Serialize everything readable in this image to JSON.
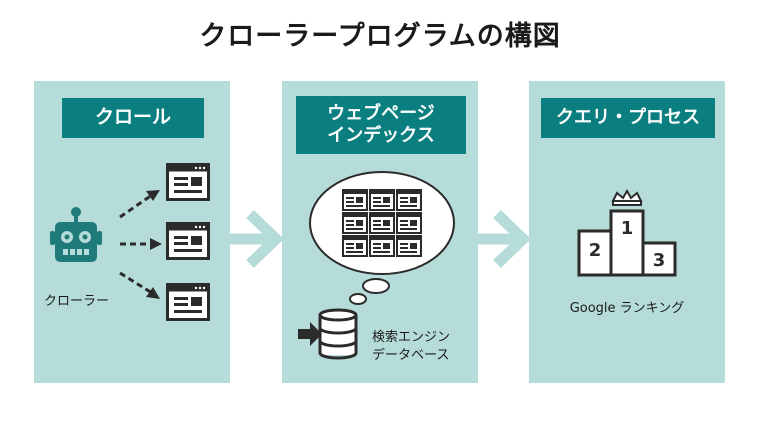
{
  "title": "クローラープログラムの構図",
  "panels": [
    {
      "header": "クロール",
      "label": "クローラー"
    },
    {
      "header_line1": "ウェブページ",
      "header_line2": "インデックス",
      "label_line1": "検索エンジン",
      "label_line2": "データベース"
    },
    {
      "header": "クエリ・プロセス",
      "label": "Google ランキング",
      "podium": [
        "1",
        "2",
        "3"
      ]
    }
  ],
  "colors": {
    "panel_bg": "#b5dcd9",
    "header_bg": "#0b7f80",
    "robot": "#1e7b7a",
    "dark": "#2b2b2b"
  }
}
